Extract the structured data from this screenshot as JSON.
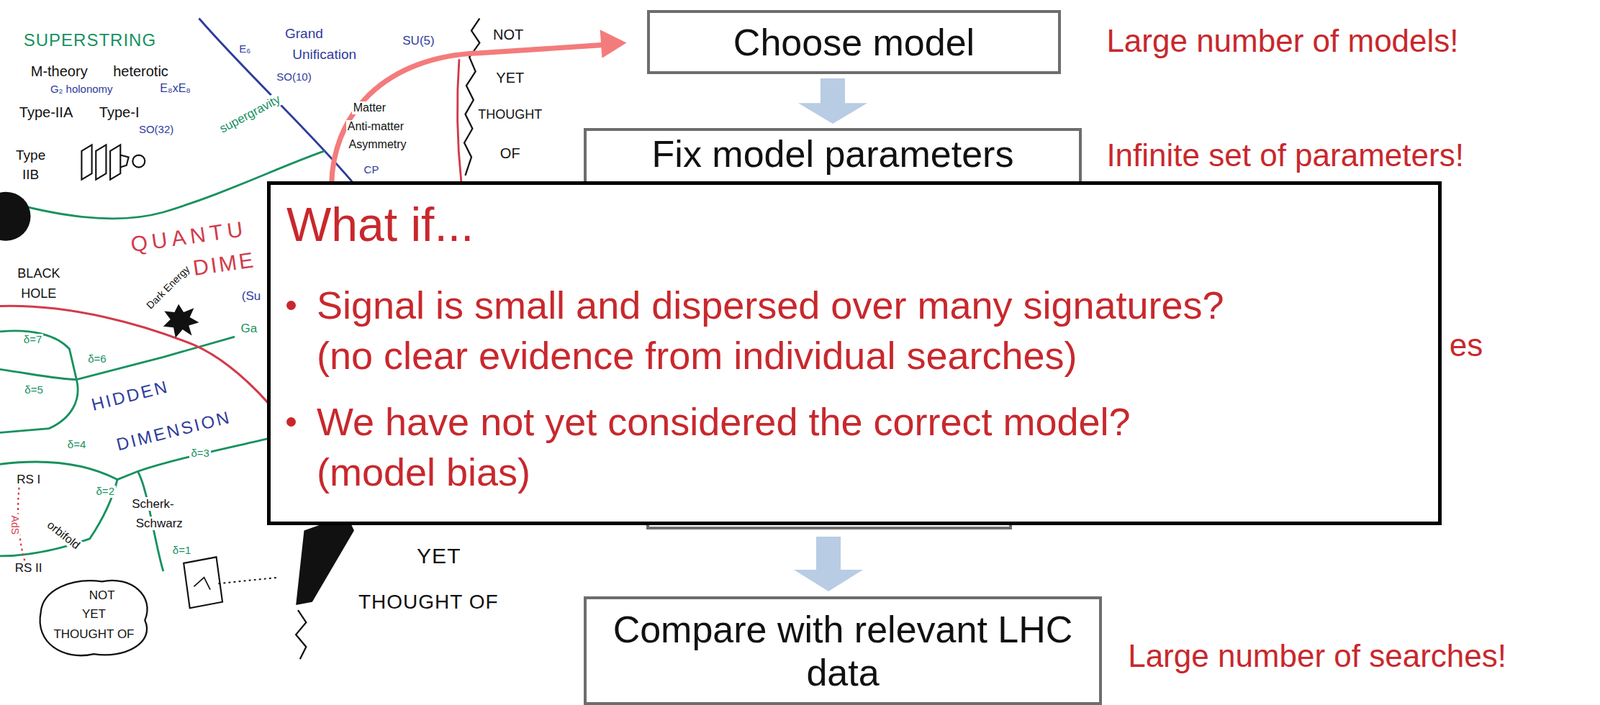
{
  "diagram": {
    "nodes": [
      {
        "text": [
          "Choose model"
        ]
      },
      {
        "text": [
          "Fix model parameters"
        ]
      },
      {
        "text": [
          "What if...",
          "Signal is small and dispersed over many signatures?",
          "(no clear evidence from individual searches)",
          "We have not yet considered the correct model?",
          "(model bias)"
        ]
      },
      {
        "text": [
          "Compare with relevant LHC data"
        ]
      }
    ],
    "edges": [
      {
        "from": 0,
        "to": 1,
        "arrow": "to"
      }
    ],
    "labels": [
      "SUPERSTRING",
      "M-theory",
      "heterotic",
      "G₂ holonomy",
      "E₈xE₈",
      "Type-IIA",
      "Type-I",
      "SO(32)",
      "supergravity",
      "Type",
      "IIB",
      "E₆",
      "Grand",
      "Unification",
      "SU(5)",
      "SO(10)",
      "NOT",
      "YET",
      "THOUGHT",
      "OF",
      "Matter",
      "Anti-matter",
      "Asymmetry",
      "CP",
      "QUANTU",
      "DIME",
      "BLACK",
      "HOLE",
      "Dark Energy",
      "(Su",
      "Ga",
      "δ=7",
      "δ=6",
      "δ=5",
      "HIDDEN",
      "DIMENSION",
      "δ=4",
      "δ=3",
      "RS I",
      "δ=2",
      "Scherk-",
      "Schwarz",
      "AdS",
      "orbifold",
      "δ=1",
      "RS II",
      "NOT",
      "YET",
      "THOUGHT OF",
      "YET",
      "THOUGHT OF",
      "Large number of models!",
      "Infinite set of parameters!",
      "es",
      "Large number of searches!"
    ]
  }
}
